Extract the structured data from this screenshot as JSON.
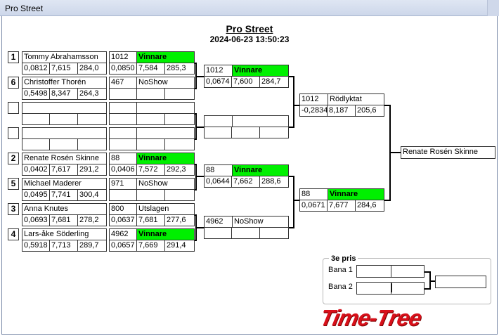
{
  "window": {
    "title": "Pro Street"
  },
  "header": {
    "title": "Pro Street",
    "datetime": "2024-06-23 13:50:23"
  },
  "round1": [
    {
      "seed": "1",
      "name": "Tommy Abrahamsson",
      "rt": "0,0812",
      "et": "7,615",
      "speed": "284,0"
    },
    {
      "seed": "6",
      "name": "Christoffer Thorén",
      "rt": "0,5498",
      "et": "8,347",
      "speed": "264,3"
    },
    {
      "seed": "",
      "name": "",
      "rt": "",
      "et": "",
      "speed": ""
    },
    {
      "seed": "",
      "name": "",
      "rt": "",
      "et": "",
      "speed": ""
    },
    {
      "seed": "2",
      "name": "Renate Rosén Skinne",
      "rt": "0,0402",
      "et": "7,617",
      "speed": "291,2"
    },
    {
      "seed": "5",
      "name": "Michael Maderer",
      "rt": "0,0495",
      "et": "7,741",
      "speed": "300,4"
    },
    {
      "seed": "3",
      "name": "Anna Knutes",
      "rt": "0,0693",
      "et": "7,681",
      "speed": "278,2"
    },
    {
      "seed": "4",
      "name": "Lars-åke Söderling",
      "rt": "0,5918",
      "et": "7,713",
      "speed": "289,7"
    }
  ],
  "round1_results": [
    {
      "num": "1012",
      "status": "Vinnare",
      "win": true,
      "rt": "0,0850",
      "et": "7,584",
      "speed": "285,3"
    },
    {
      "num": "467",
      "status": "NoShow",
      "win": false,
      "rt": "",
      "et": "",
      "speed": ""
    },
    {
      "num": "",
      "status": "",
      "win": false,
      "rt": "",
      "et": "",
      "speed": ""
    },
    {
      "num": "",
      "status": "",
      "win": false,
      "rt": "",
      "et": "",
      "speed": ""
    },
    {
      "num": "88",
      "status": "Vinnare",
      "win": true,
      "rt": "0,0406",
      "et": "7,572",
      "speed": "292,3"
    },
    {
      "num": "971",
      "status": "NoShow",
      "win": false,
      "rt": "",
      "et": "",
      "speed": ""
    },
    {
      "num": "800",
      "status": "Utslagen",
      "win": false,
      "rt": "0,0637",
      "et": "7,681",
      "speed": "277,6"
    },
    {
      "num": "4962",
      "status": "Vinnare",
      "win": true,
      "rt": "0,0657",
      "et": "7,669",
      "speed": "291,4"
    }
  ],
  "round2": [
    {
      "num": "1012",
      "status": "Vinnare",
      "win": true,
      "rt": "0,0674",
      "et": "7,600",
      "speed": "284,7"
    },
    {
      "num": "",
      "status": "",
      "win": false,
      "rt": "",
      "et": "",
      "speed": ""
    },
    {
      "num": "88",
      "status": "Vinnare",
      "win": true,
      "rt": "0,0644",
      "et": "7,662",
      "speed": "288,6"
    },
    {
      "num": "4962",
      "status": "NoShow",
      "win": false,
      "rt": "",
      "et": "",
      "speed": ""
    }
  ],
  "semis": [
    {
      "num": "1012",
      "status": "Rödlyktat",
      "win": false,
      "rt": "-0,2834",
      "et": "8,187",
      "speed": "205,6"
    },
    {
      "num": "88",
      "status": "Vinnare",
      "win": true,
      "rt": "0,0671",
      "et": "7,677",
      "speed": "284,6"
    }
  ],
  "final": {
    "winner": "Renate Rosén Skinne"
  },
  "third_prize": {
    "title": "3e pris",
    "lane1": "Bana 1",
    "lane2": "Bana 2"
  },
  "logo": {
    "text": "Time-Tree"
  },
  "colors": {
    "winner": "#00f000"
  }
}
